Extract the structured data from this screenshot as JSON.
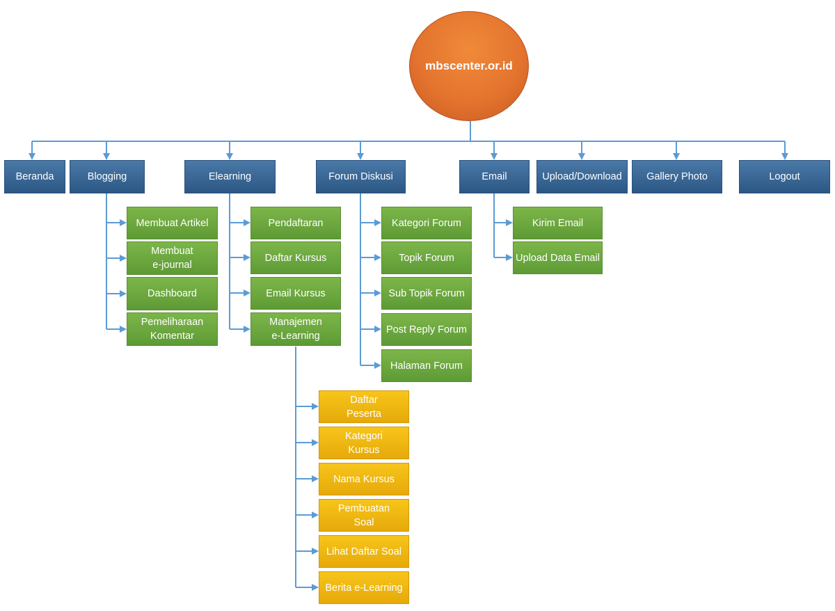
{
  "root": {
    "label": "mbscenter.or.id"
  },
  "menu": [
    {
      "label": "Beranda"
    },
    {
      "label": "Blogging"
    },
    {
      "label": "Elearning"
    },
    {
      "label": "Forum Diskusi"
    },
    {
      "label": "Email"
    },
    {
      "label": "Upload/Download"
    },
    {
      "label": "Gallery Photo"
    },
    {
      "label": "Logout"
    }
  ],
  "blogging": [
    {
      "label": "Membuat Artikel"
    },
    {
      "label": "Membuat\ne-journal"
    },
    {
      "label": "Dashboard"
    },
    {
      "label": "Pemeliharaan\nKomentar"
    }
  ],
  "elearning": [
    {
      "label": "Pendaftaran"
    },
    {
      "label": "Daftar Kursus"
    },
    {
      "label": "Email Kursus"
    },
    {
      "label": "Manajemen\ne-Learning"
    }
  ],
  "forum": [
    {
      "label": "Kategori Forum"
    },
    {
      "label": "Topik Forum"
    },
    {
      "label": "Sub Topik Forum"
    },
    {
      "label": "Post Reply Forum"
    },
    {
      "label": "Halaman Forum"
    }
  ],
  "email": [
    {
      "label": "Kirim Email"
    },
    {
      "label": "Upload Data Email"
    }
  ],
  "manajemen": [
    {
      "label": "Daftar\nPeserta"
    },
    {
      "label": "Kategori\nKursus"
    },
    {
      "label": "Nama Kursus"
    },
    {
      "label": "Pembuatan\nSoal"
    },
    {
      "label": "Lihat Daftar Soal"
    },
    {
      "label": "Berita e-Learning"
    }
  ]
}
